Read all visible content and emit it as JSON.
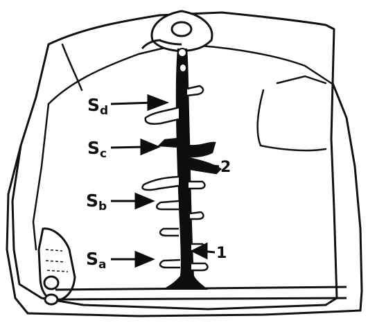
{
  "figure": {
    "labels": [
      {
        "id": "sd",
        "main": "S",
        "sub": "d"
      },
      {
        "id": "sc",
        "main": "S",
        "sub": "c"
      },
      {
        "id": "sb",
        "main": "S",
        "sub": "b"
      },
      {
        "id": "sa",
        "main": "S",
        "sub": "a"
      }
    ],
    "callouts": [
      {
        "id": "two",
        "text": "2"
      },
      {
        "id": "one",
        "text": "1"
      }
    ]
  }
}
